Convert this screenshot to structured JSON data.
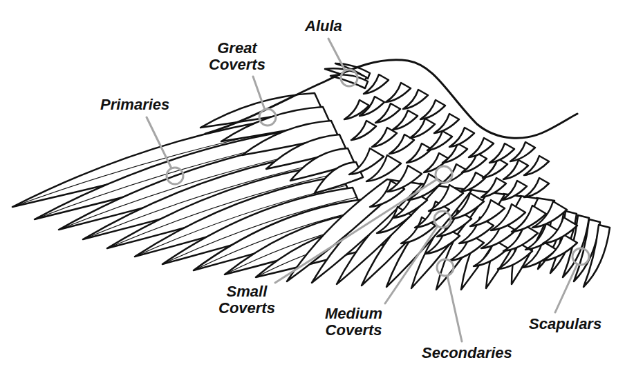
{
  "diagram": {
    "labels": [
      "Alula",
      "Great Coverts",
      "Primaries",
      "Small Coverts",
      "Medium Coverts",
      "Secondaries",
      "Scapulars"
    ]
  }
}
